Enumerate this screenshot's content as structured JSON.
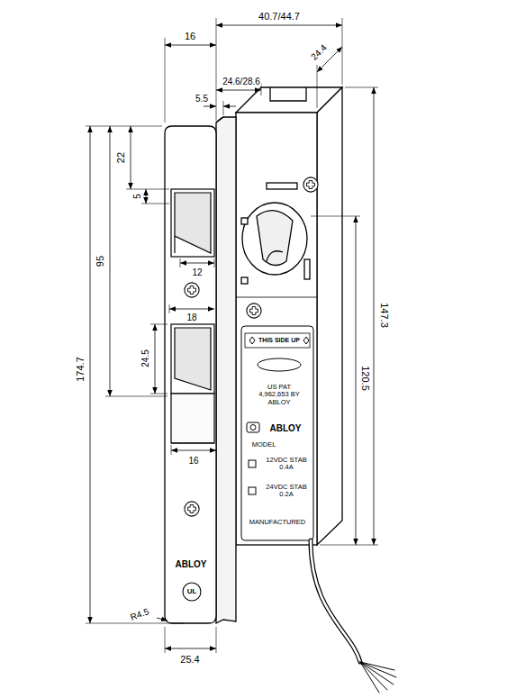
{
  "diagram": {
    "labels": [
      "16",
      "40.7/44.7",
      "5.5",
      "24.6/28.6",
      "24.4",
      "22",
      "5",
      "95",
      "174.7",
      "12",
      "18",
      "24.5",
      "16",
      "147.3",
      "120.5",
      "R4.5",
      "25.4",
      "ABLOY",
      "UL",
      "THIS SIDE UP",
      "US PAT 4,962,653 BY ABLOY",
      "ABLOY",
      "MODEL",
      "12VDC STAB 0.4A",
      "24VDC STAB 0.2A",
      "MANUFACTURED"
    ]
  }
}
